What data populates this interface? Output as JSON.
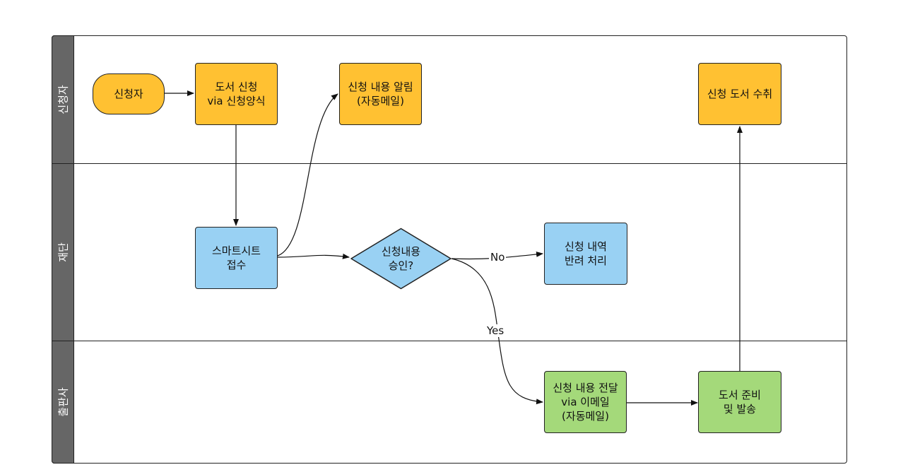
{
  "lanes": [
    {
      "label": "신청자"
    },
    {
      "label": "재단"
    },
    {
      "label": "출판사"
    }
  ],
  "nodes": {
    "applicant": {
      "text": "신청자",
      "color": "#FFC132"
    },
    "book_request": {
      "text": "도서 신청\nvia 신청양식",
      "color": "#FFC132"
    },
    "request_notice": {
      "text": "신청 내용 알림\n(자동메일)",
      "color": "#FFC132"
    },
    "book_receive": {
      "text": "신청 도서 수취",
      "color": "#FFC132"
    },
    "smartsheet_receipt": {
      "text": "스마트시트\n접수",
      "color": "#99D1F3"
    },
    "approval_decision": {
      "text": "신청내용\n승인?",
      "color": "#99D1F3"
    },
    "reject": {
      "text": "신청 내역\n반려 처리",
      "color": "#99D1F3"
    },
    "forward_request": {
      "text": "신청 내용 전달\nvia 이메일\n(자동메일)",
      "color": "#A4D97A"
    },
    "prepare_ship": {
      "text": "도서 준비\n및 발송",
      "color": "#A4D97A"
    }
  },
  "edge_labels": {
    "no": "No",
    "yes": "Yes"
  },
  "colors": {
    "lane_header": "#666666",
    "stroke": "#222222"
  }
}
